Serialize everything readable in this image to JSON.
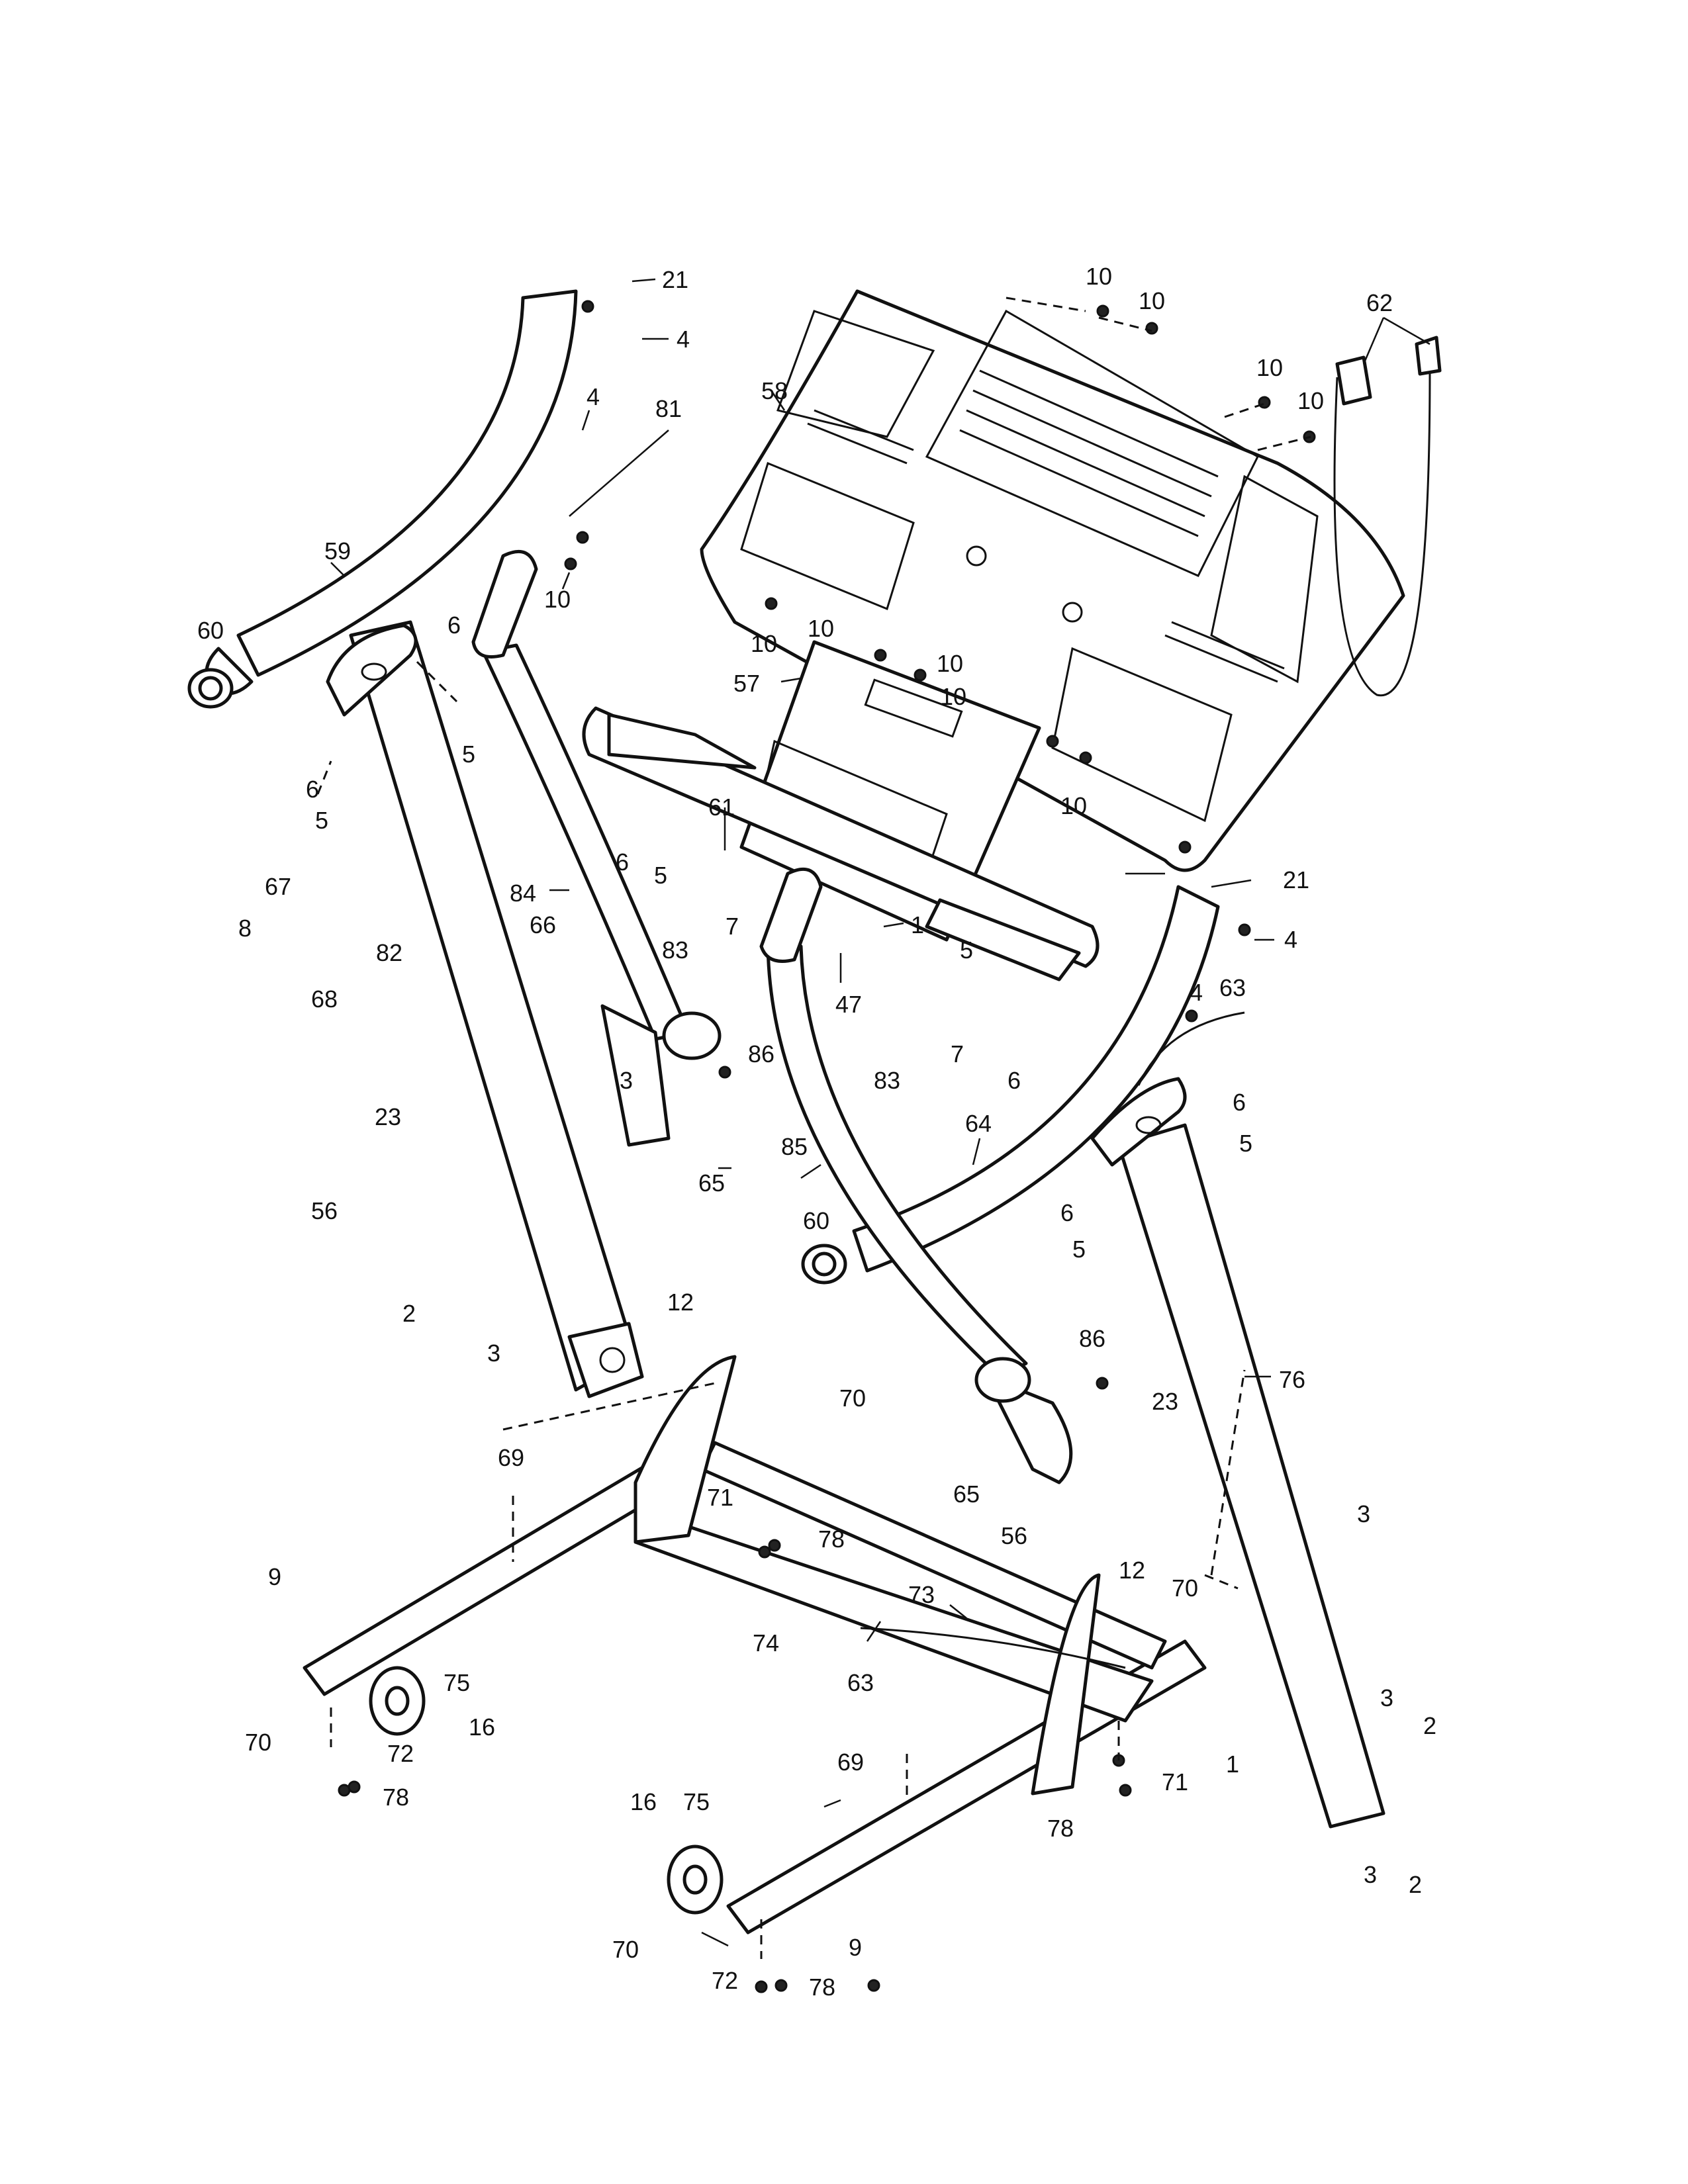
{
  "labels": [
    {
      "id": "l21a",
      "text": "21"
    },
    {
      "id": "l4a",
      "text": "4"
    },
    {
      "id": "l4b",
      "text": "4"
    },
    {
      "id": "l81",
      "text": "81"
    },
    {
      "id": "l58",
      "text": "58"
    },
    {
      "id": "l10a",
      "text": "10"
    },
    {
      "id": "l10b",
      "text": "10"
    },
    {
      "id": "l10c",
      "text": "10"
    },
    {
      "id": "l10d",
      "text": "10"
    },
    {
      "id": "l62",
      "text": "62"
    },
    {
      "id": "l59",
      "text": "59"
    },
    {
      "id": "l10e",
      "text": "10"
    },
    {
      "id": "l60a",
      "text": "60"
    },
    {
      "id": "l6a",
      "text": "6"
    },
    {
      "id": "l10f",
      "text": "10"
    },
    {
      "id": "l10g",
      "text": "10"
    },
    {
      "id": "l10h",
      "text": "10"
    },
    {
      "id": "l57",
      "text": "57"
    },
    {
      "id": "l5a",
      "text": "5"
    },
    {
      "id": "l6b",
      "text": "6"
    },
    {
      "id": "l5b",
      "text": "5"
    },
    {
      "id": "l61",
      "text": "61"
    },
    {
      "id": "l10i",
      "text": "10"
    },
    {
      "id": "l10j",
      "text": "10"
    },
    {
      "id": "l6c",
      "text": "6"
    },
    {
      "id": "l5c",
      "text": "5"
    },
    {
      "id": "l67",
      "text": "67"
    },
    {
      "id": "l21b",
      "text": "21"
    },
    {
      "id": "l84",
      "text": "84"
    },
    {
      "id": "l83a",
      "text": "83"
    },
    {
      "id": "l7a",
      "text": "7"
    },
    {
      "id": "l1a",
      "text": "1"
    },
    {
      "id": "l8",
      "text": "8"
    },
    {
      "id": "l82",
      "text": "82"
    },
    {
      "id": "l66",
      "text": "66"
    },
    {
      "id": "l4c",
      "text": "4"
    },
    {
      "id": "l47",
      "text": "47"
    },
    {
      "id": "l5d",
      "text": "5"
    },
    {
      "id": "l68",
      "text": "68"
    },
    {
      "id": "l4d",
      "text": "4"
    },
    {
      "id": "l63a",
      "text": "63"
    },
    {
      "id": "l86a",
      "text": "86"
    },
    {
      "id": "l83b",
      "text": "83"
    },
    {
      "id": "l7b",
      "text": "7"
    },
    {
      "id": "l6d",
      "text": "6"
    },
    {
      "id": "l23a",
      "text": "23"
    },
    {
      "id": "l3a",
      "text": "3"
    },
    {
      "id": "l6e",
      "text": "6"
    },
    {
      "id": "l5e",
      "text": "5"
    },
    {
      "id": "l85",
      "text": "85"
    },
    {
      "id": "l64",
      "text": "64"
    },
    {
      "id": "l65a",
      "text": "65"
    },
    {
      "id": "l56a",
      "text": "56"
    },
    {
      "id": "l60b",
      "text": "60"
    },
    {
      "id": "l6f",
      "text": "6"
    },
    {
      "id": "l5f",
      "text": "5"
    },
    {
      "id": "l2a",
      "text": "2"
    },
    {
      "id": "l3b",
      "text": "3"
    },
    {
      "id": "l12a",
      "text": "12"
    },
    {
      "id": "l86b",
      "text": "86"
    },
    {
      "id": "l76",
      "text": "76"
    },
    {
      "id": "l70a",
      "text": "70"
    },
    {
      "id": "l23b",
      "text": "23"
    },
    {
      "id": "l69a",
      "text": "69"
    },
    {
      "id": "l71a",
      "text": "71"
    },
    {
      "id": "l65b",
      "text": "65"
    },
    {
      "id": "l78a",
      "text": "78"
    },
    {
      "id": "l56b",
      "text": "56"
    },
    {
      "id": "l3c",
      "text": "3"
    },
    {
      "id": "l9a",
      "text": "9"
    },
    {
      "id": "l12b",
      "text": "12"
    },
    {
      "id": "l73",
      "text": "73"
    },
    {
      "id": "l70b",
      "text": "70"
    },
    {
      "id": "l74",
      "text": "74"
    },
    {
      "id": "l75a",
      "text": "75"
    },
    {
      "id": "l63b",
      "text": "63"
    },
    {
      "id": "l16a",
      "text": "16"
    },
    {
      "id": "l70c",
      "text": "70"
    },
    {
      "id": "l72a",
      "text": "72"
    },
    {
      "id": "l78b",
      "text": "78"
    },
    {
      "id": "l3d",
      "text": "3"
    },
    {
      "id": "l2b",
      "text": "2"
    },
    {
      "id": "l1b",
      "text": "1"
    },
    {
      "id": "l69b",
      "text": "69"
    },
    {
      "id": "l71b",
      "text": "71"
    },
    {
      "id": "l16b",
      "text": "16"
    },
    {
      "id": "l75b",
      "text": "75"
    },
    {
      "id": "l78c",
      "text": "78"
    },
    {
      "id": "l3e",
      "text": "3"
    },
    {
      "id": "l2c",
      "text": "2"
    },
    {
      "id": "l70d",
      "text": "70"
    },
    {
      "id": "l9b",
      "text": "9"
    },
    {
      "id": "l72b",
      "text": "72"
    },
    {
      "id": "l78d",
      "text": "78"
    }
  ]
}
